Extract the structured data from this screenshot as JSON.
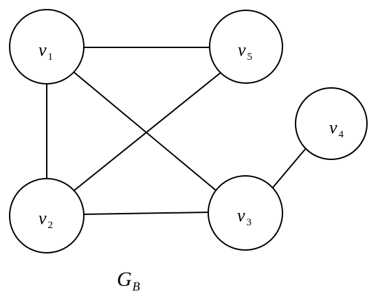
{
  "graph": {
    "caption": {
      "main": "G",
      "sub": "B"
    },
    "nodes": [
      {
        "id": "v1",
        "main": "v",
        "sub": "1"
      },
      {
        "id": "v5",
        "main": "v",
        "sub": "5"
      },
      {
        "id": "v4",
        "main": "v",
        "sub": "4"
      },
      {
        "id": "v2",
        "main": "v",
        "sub": "2"
      },
      {
        "id": "v3",
        "main": "v",
        "sub": "3"
      }
    ],
    "edges": [
      [
        "v1",
        "v5"
      ],
      [
        "v1",
        "v2"
      ],
      [
        "v1",
        "v3"
      ],
      [
        "v5",
        "v2"
      ],
      [
        "v2",
        "v3"
      ],
      [
        "v3",
        "v4"
      ]
    ]
  }
}
